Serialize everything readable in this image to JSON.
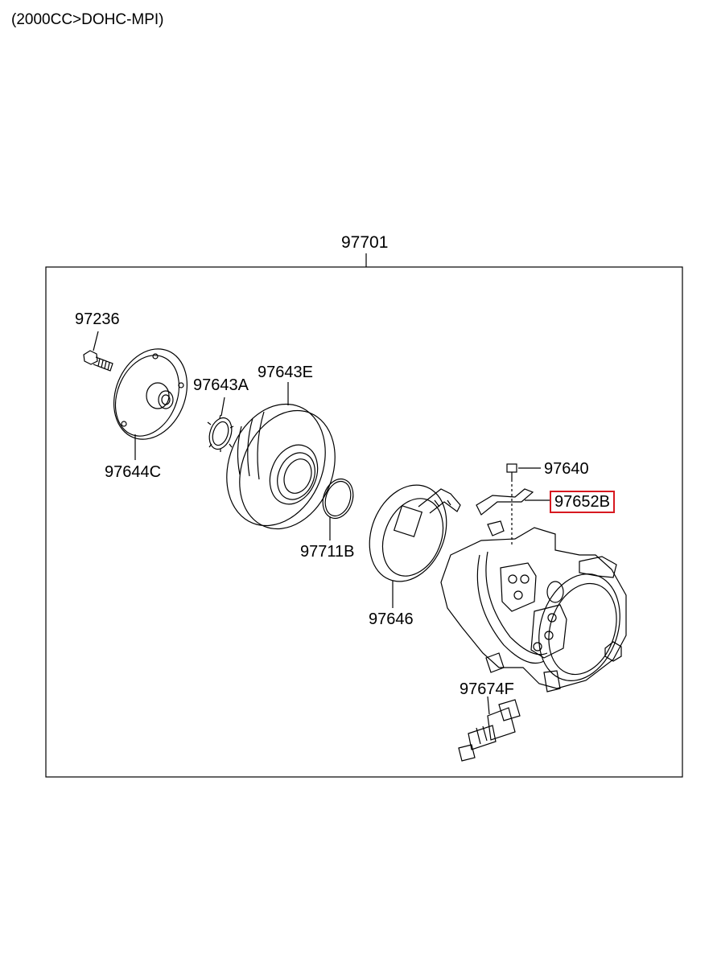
{
  "subtitle": "(2000CC>DOHC-MPI)",
  "assembly": {
    "number": "97701"
  },
  "parts": {
    "bolt": "97236",
    "hub": "97644C",
    "shim": "97643A",
    "pulley": "97643E",
    "snap_ring": "97711B",
    "field_coil": "97646",
    "screw": "97640",
    "bracket": "97652B",
    "pressure_switch": "97674F"
  },
  "highlighted_part": "97652B",
  "highlight_color": "#d71920"
}
